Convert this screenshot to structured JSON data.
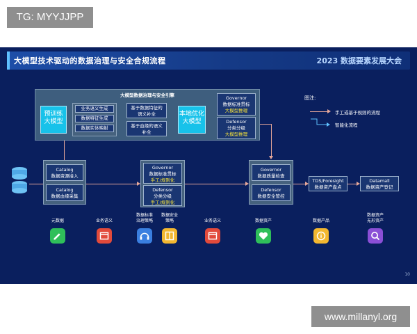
{
  "watermarks": {
    "top": "TG: MYYJJPP",
    "bottom": "www.millanyl.org"
  },
  "slide": {
    "title": "大模型技术驱动的数据治理与安全合规流程",
    "brand": "2023 数据要素发展大会",
    "page_number": "10"
  },
  "frame": {
    "title": "大模型数据治理与安全引擎",
    "pretrain": "预训练 大模型",
    "semantic_items": [
      "业务语义生成",
      "数据特征生成",
      "数据实体映射"
    ],
    "feature_supplement": "基于数据特征的语义补全",
    "lineage_supplement": "基于血缘的语义补全",
    "local_opt": "本地优化 大模型",
    "governor_top": {
      "name": "Governor",
      "sub": "数据标准贯标",
      "tag": "大模型推理"
    },
    "defensor_top": {
      "name": "Defensor",
      "sub": "分类分级",
      "tag": "大模型推理"
    }
  },
  "catalog": {
    "box1": {
      "name": "Catalog",
      "sub": "数据资源接入"
    },
    "box2": {
      "name": "Catalog",
      "sub": "数据血缘采集"
    }
  },
  "manual": {
    "governor": {
      "name": "Governor",
      "sub": "数据标准贯标",
      "tag": "手工/规则化"
    },
    "defensor": {
      "name": "Defensor",
      "sub": "分类分级",
      "tag": "手工/规则化"
    }
  },
  "quality": {
    "governor": {
      "name": "Governor",
      "sub": "数据质量检查"
    },
    "defensor": {
      "name": "Defensor",
      "sub": "数据安全管控"
    }
  },
  "tds": {
    "name": "TDS/Foresight",
    "sub": "数据资产盘点"
  },
  "datamall": {
    "name": "Datamall",
    "sub": "数据资产登记"
  },
  "legend": {
    "title": "图注:",
    "manual": "手工或基于规则的流程",
    "intelligent": "智能化流程"
  },
  "outputs": [
    {
      "label": "元数据",
      "color": "#2fbf5a",
      "icon": "pencil-icon"
    },
    {
      "label": "业务语义",
      "color": "#e24a3b",
      "icon": "window-icon"
    },
    {
      "label": "数据标准\n治理策略",
      "color": "#3a7fe0",
      "icon": "headset-icon"
    },
    {
      "label": "数据安全\n策略",
      "color": "#f3b730",
      "icon": "book-icon"
    },
    {
      "label": "业务语义",
      "color": "#e24a3b",
      "icon": "window-icon"
    },
    {
      "label": "数据资产",
      "color": "#2fbf5a",
      "icon": "heart-icon"
    },
    {
      "label": "数据产品",
      "color": "#f3b730",
      "icon": "info-icon"
    },
    {
      "label": "数据资产\n无形资产",
      "color": "#8b4fd6",
      "icon": "search-icon"
    }
  ]
}
